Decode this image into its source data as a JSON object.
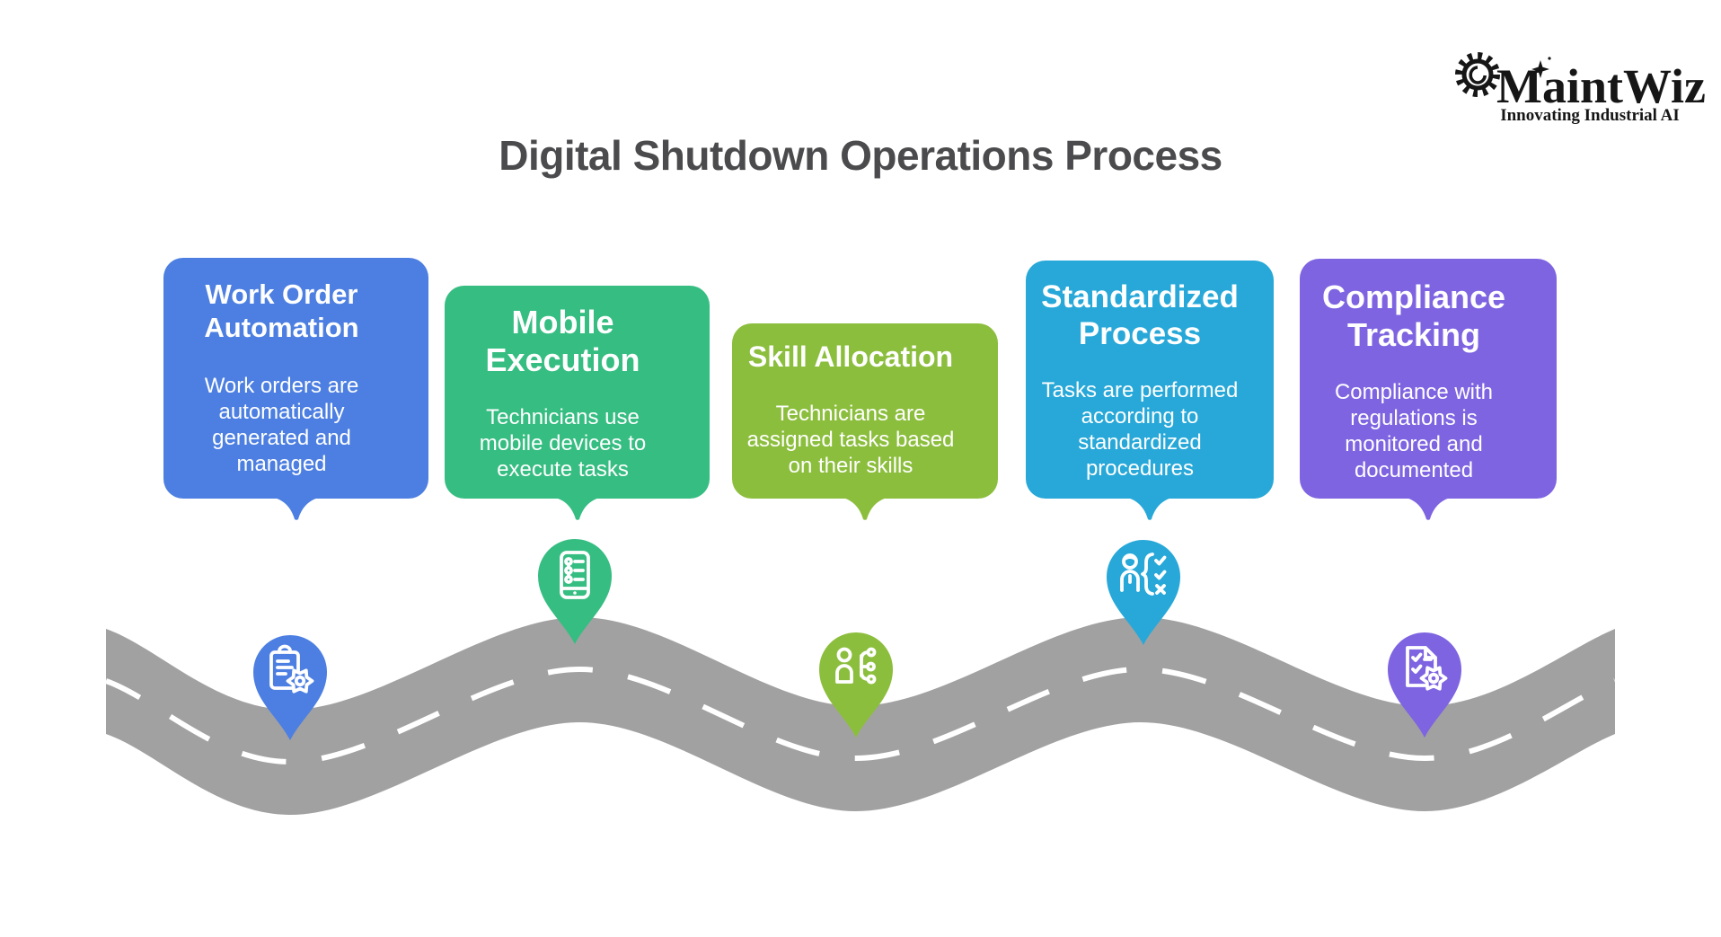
{
  "page": {
    "title": "Digital Shutdown Operations Process",
    "background": "#ffffff"
  },
  "logo": {
    "name": "MaintWiz",
    "tagline": "Innovating Industrial AI",
    "color": "#161616"
  },
  "road": {
    "color": "#a1a1a1",
    "centerline_color": "#ffffff"
  },
  "steps": [
    {
      "title": "Work Order Automation",
      "description": "Work orders are automatically generated and managed",
      "color": "#4c7fe1",
      "icon": "clipboard-gear-icon"
    },
    {
      "title": "Mobile Execution",
      "description": "Technicians use mobile devices to execute tasks",
      "color": "#36bd81",
      "icon": "mobile-checklist-icon"
    },
    {
      "title": "Skill Allocation",
      "description": "Technicians are assigned tasks based on their skills",
      "color": "#8cbe3d",
      "icon": "person-skills-icon"
    },
    {
      "title": "Standardized Process",
      "description": "Tasks are performed according to standardized procedures",
      "color": "#27a8d8",
      "icon": "person-checklist-icon"
    },
    {
      "title": "Compliance Tracking",
      "description": "Compliance with regulations is monitored and documented",
      "color": "#7e64e1",
      "icon": "document-gear-icon"
    }
  ]
}
